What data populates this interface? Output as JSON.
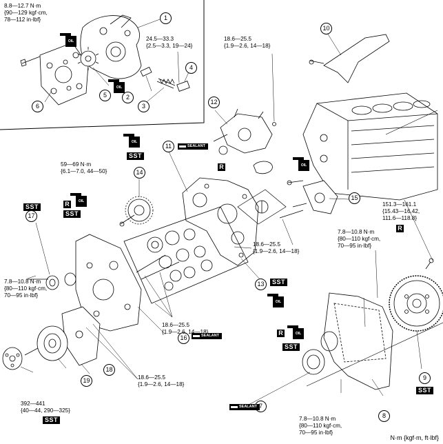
{
  "callouts": {
    "c1": "1",
    "c2": "2",
    "c3": "3",
    "c4": "4",
    "c5": "5",
    "c6": "6",
    "c7": "7",
    "c8": "8",
    "c9": "9",
    "c10": "10",
    "c11": "11",
    "c12": "12",
    "c13": "13",
    "c14": "14",
    "c15": "15",
    "c16": "16",
    "c17": "17",
    "c18": "18",
    "c19": "19"
  },
  "torques": {
    "t_oilpump_top": [
      "8.8—12.7 N·m",
      "{90—129 kgf·cm,",
      "78—112 in·lbf}"
    ],
    "t_plug": [
      "24.5—33.3",
      "{2.5—3.3, 19—24}"
    ],
    "t_pump_top": [
      "18.6—25.5",
      "{1.9—2.6, 14—18}"
    ],
    "t_gear14": [
      "59—69 N·m",
      "{6.1—7.0, 44—50}"
    ],
    "t_flywheel": [
      "151.3—161.1",
      "{15.43—16.42,",
      "111.6—118.8}"
    ],
    "t_cover_mid": [
      "7.8—10.8 N·m",
      "{80—110 kgf·cm,",
      "70—95 in·lbf}"
    ],
    "t_case": [
      "18.6—25.5",
      "{1.9—2.6, 14—18}"
    ],
    "t_left": [
      "7.8—10.8 N·m",
      "{80—110 kgf·cm,",
      "70—95 in·lbf}"
    ],
    "t_gears_box": [
      "18.6—25.5",
      "{1.9—2.6, 14—18}"
    ],
    "t_front": [
      "18.6—25.5",
      "{1.9—2.6, 14—18}"
    ],
    "t_pulley": [
      "392—441",
      "{40—44, 290—325}"
    ],
    "t_rear": [
      "7.8—10.8 N·m",
      "{80—110 kgf·cm,",
      "70—95 in·lbf}"
    ]
  },
  "badges": {
    "sst": "SST",
    "r": "R",
    "oil": "OIL",
    "sealant": "SEALANT"
  },
  "units": "N·m {kgf·m, ft·lbf}"
}
